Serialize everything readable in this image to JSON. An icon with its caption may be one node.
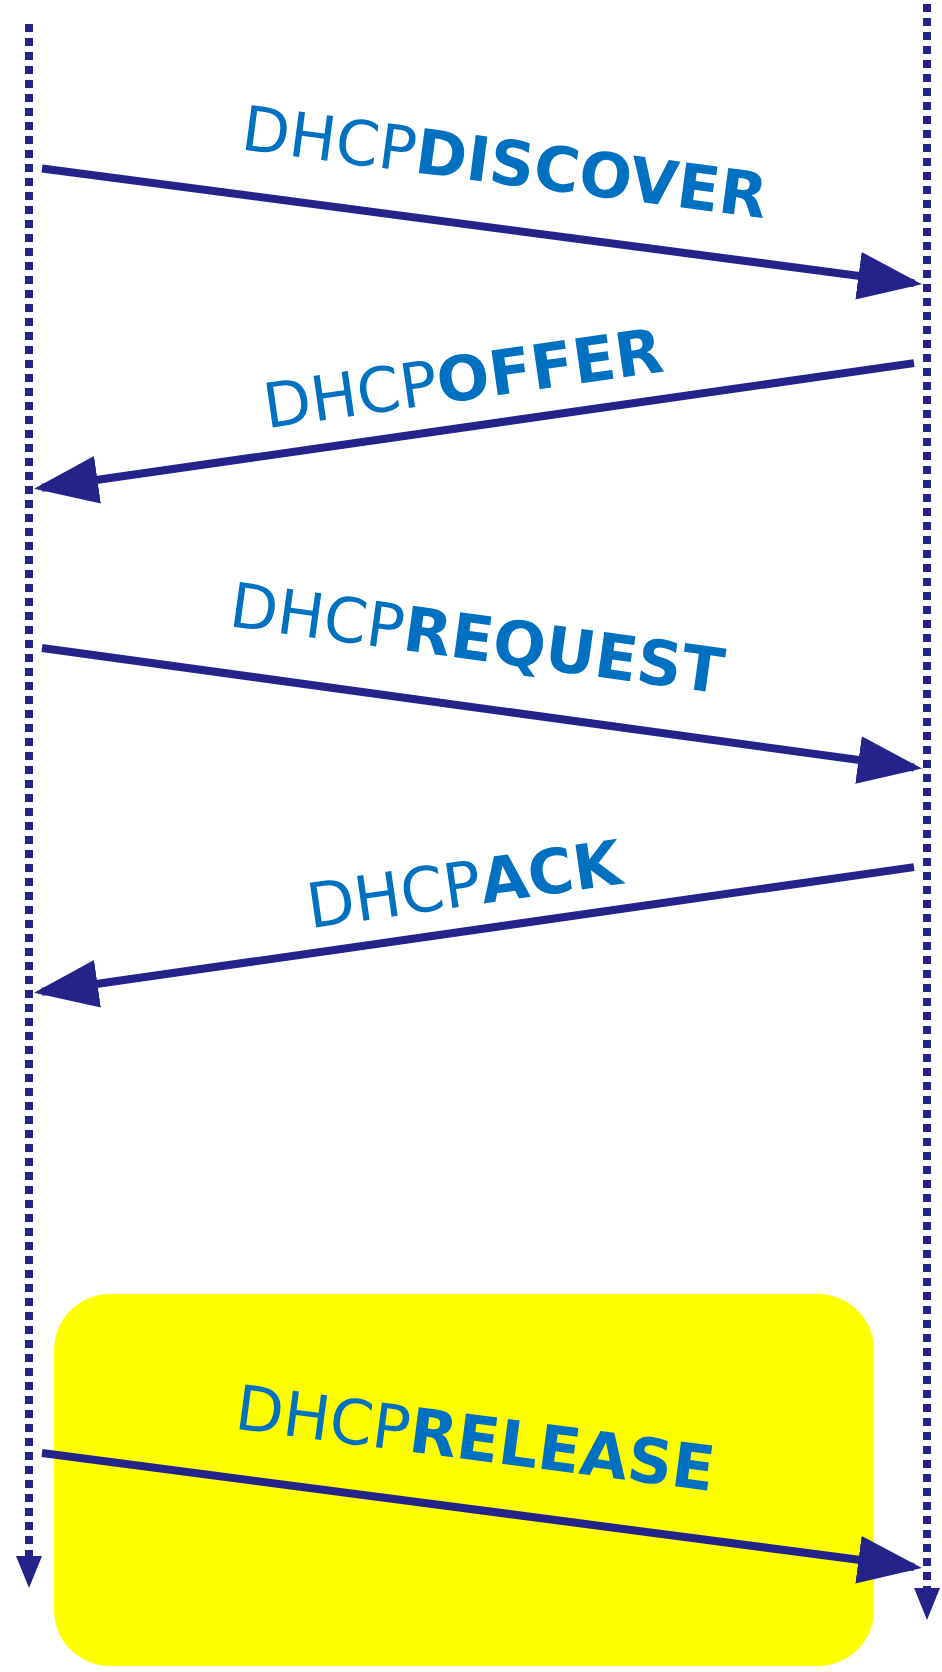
{
  "diagram": {
    "nodes": [
      {
        "text": [],
        "shape": "line"
      },
      {
        "text": [],
        "shape": "line"
      }
    ],
    "edges": [
      {
        "from": 0,
        "to": 1,
        "arrow": "to",
        "label": "DHCP**DISCOVER**"
      },
      {
        "from": 1,
        "to": 0,
        "arrow": "to",
        "label": "DHCP**OFFER**"
      },
      {
        "from": 0,
        "to": 1,
        "arrow": "to",
        "label": "DHCP**REQUEST**"
      },
      {
        "from": 1,
        "to": 0,
        "arrow": "to",
        "label": "DHCP**ACK**"
      },
      {
        "from": 0,
        "to": 1,
        "arrow": "to",
        "label": "DHCP**RELEASE**"
      }
    ]
  }
}
